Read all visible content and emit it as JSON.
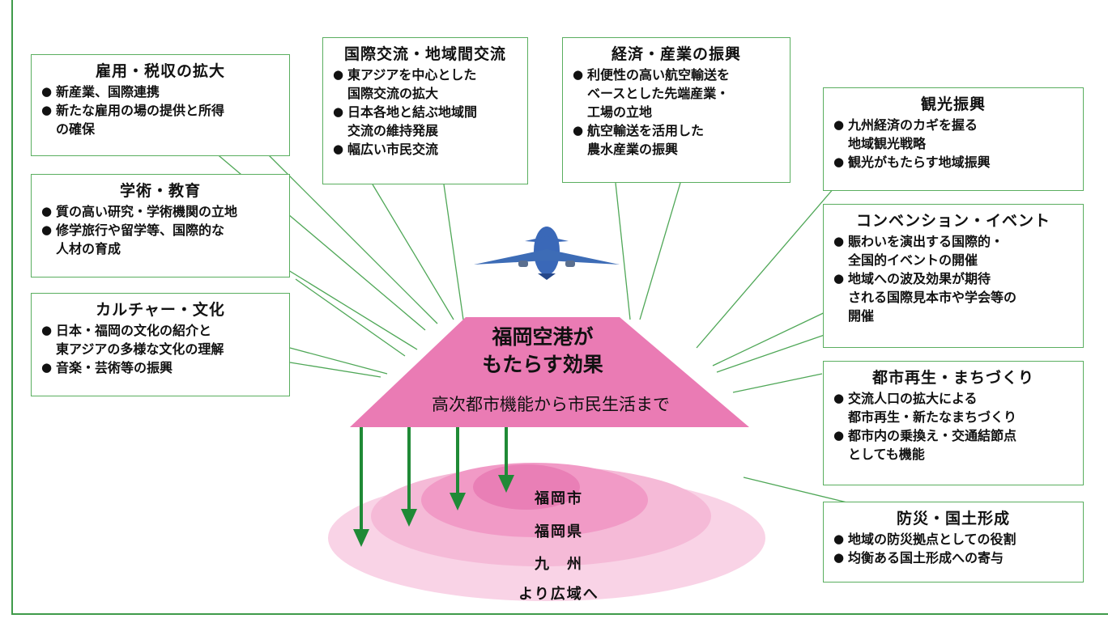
{
  "hub": {
    "title_line1": "福岡空港が",
    "title_line2": "もたらす効果",
    "subtitle": "高次都市機能から市民生活まで"
  },
  "rings": [
    "福岡市",
    "福岡県",
    "九　州",
    "より広域へ"
  ],
  "colors": {
    "green": "#3f9b4a",
    "pink": "#e86fae",
    "light_pink": "#f7c2dd",
    "plane": "#2e5aa8"
  },
  "boxes": [
    {
      "id": "employment",
      "title": "雇用・税収の拡大",
      "items": [
        "新産業、国際連携",
        "新たな雇用の場の提供と所得\nの確保"
      ]
    },
    {
      "id": "academic",
      "title": "学術・教育",
      "items": [
        "質の高い研究・学術機関の立地",
        "修学旅行や留学等、国際的な\n人材の育成"
      ]
    },
    {
      "id": "culture",
      "title": "カルチャー・文化",
      "items": [
        "日本・福岡の文化の紹介と\n東アジアの多様な文化の理解",
        "音楽・芸術等の振興"
      ]
    },
    {
      "id": "exchange",
      "title": "国際交流・地域間交流",
      "items": [
        "東アジアを中心とした\n国際交流の拡大",
        "日本各地と結ぶ地域間\n交流の維持発展",
        "幅広い市民交流"
      ]
    },
    {
      "id": "economy",
      "title": "経済・産業の振興",
      "items": [
        "利便性の高い航空輸送を\nベースとした先端産業・\n工場の立地",
        "航空輸送を活用した\n農水産業の振興"
      ]
    },
    {
      "id": "tourism",
      "title": "観光振興",
      "items": [
        "九州経済のカギを握る\n地域観光戦略",
        "観光がもたらす地域振興"
      ]
    },
    {
      "id": "convention",
      "title": "コンベンション・イベント",
      "items": [
        "賑わいを演出する国際的・\n全国的イベントの開催",
        "地域への波及効果が期待\nされる国際見本市や学会等の\n開催"
      ]
    },
    {
      "id": "urban",
      "title": "都市再生・まちづくり",
      "items": [
        "交流人口の拡大による\n都市再生・新たなまちづくり",
        "都市内の乗換え・交通結節点\nとしても機能"
      ]
    },
    {
      "id": "disaster",
      "title": "防災・国土形成",
      "items": [
        "地域の防災拠点としての役割",
        "均衡ある国土形成への寄与"
      ]
    }
  ]
}
